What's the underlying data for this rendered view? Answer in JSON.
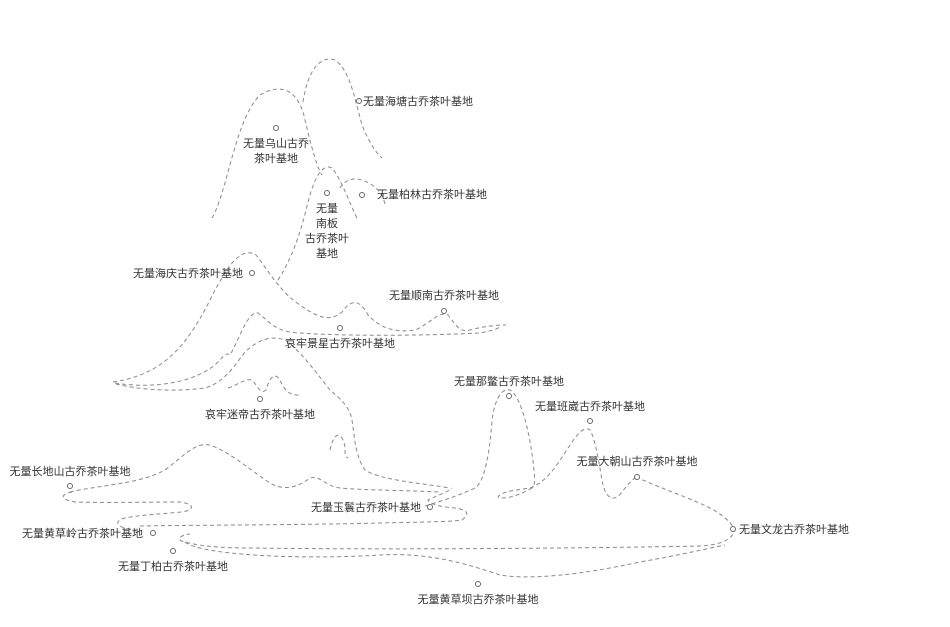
{
  "sites": [
    {
      "id": "haitang",
      "name": "无量海塘古乔茶叶基地"
    },
    {
      "id": "wushan",
      "lines": [
        "无量乌山古乔",
        "茶叶基地"
      ]
    },
    {
      "id": "bailin",
      "name": "无量柏林古乔茶叶基地"
    },
    {
      "id": "nanban",
      "lines": [
        "无量",
        "南板",
        "古乔茶叶",
        "基地"
      ]
    },
    {
      "id": "haiqing",
      "name": "无量海庆古乔茶叶基地"
    },
    {
      "id": "shunnan",
      "name": "无量顺南古乔茶叶基地"
    },
    {
      "id": "jingxing",
      "name": "哀牢景星古乔茶叶基地"
    },
    {
      "id": "midi",
      "name": "哀牢迷帝古乔茶叶基地"
    },
    {
      "id": "nabie",
      "name": "无量那鳖古乔茶叶基地"
    },
    {
      "id": "banzang",
      "name": "无量班崴古乔茶叶基地"
    },
    {
      "id": "dachao",
      "name": "无量大朝山古乔茶叶基地"
    },
    {
      "id": "changdishan",
      "name": "无量长地山古乔茶叶基地"
    },
    {
      "id": "yushan",
      "name": "无量玉鬟古乔茶叶基地"
    },
    {
      "id": "huangcaoling",
      "name": "无量黄草岭古乔茶叶基地"
    },
    {
      "id": "wenlong",
      "name": "无量文龙古乔茶叶基地"
    },
    {
      "id": "dingbo",
      "name": "无量丁柏古乔茶叶基地"
    },
    {
      "id": "huangcaoba",
      "name": "无量黄草坝古乔茶叶基地"
    }
  ]
}
